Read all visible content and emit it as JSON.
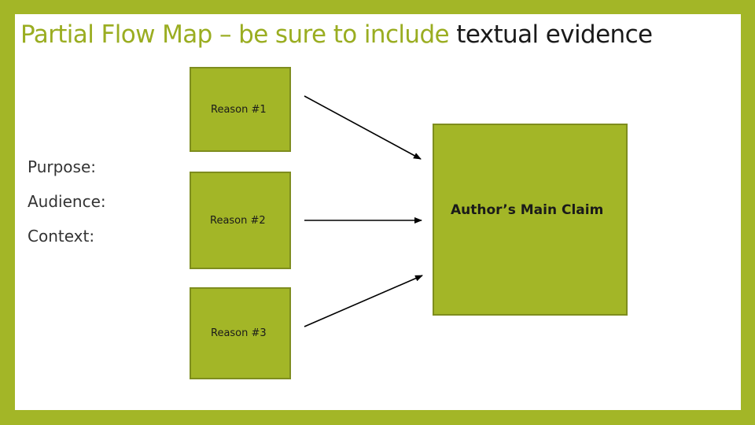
{
  "title": {
    "accent": "Partial Flow Map – be sure to include ",
    "rest": "textual evidence"
  },
  "left_labels": {
    "purpose": "Purpose:",
    "audience": "Audience:",
    "context": "Context:"
  },
  "reasons": [
    {
      "label": "Reason #1"
    },
    {
      "label": "Reason #2"
    },
    {
      "label": "Reason #3"
    }
  ],
  "claim": {
    "label": "Author’s Main Claim"
  },
  "colors": {
    "frame": "#a3b627",
    "box_fill": "#a3b627",
    "title_accent": "#9aad21"
  }
}
